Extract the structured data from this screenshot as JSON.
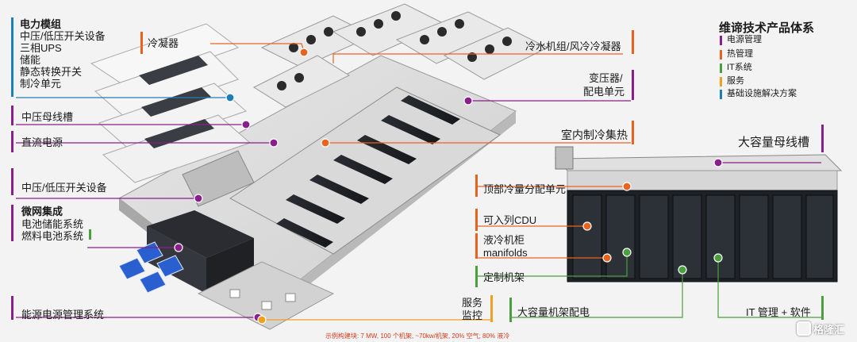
{
  "left_group_power": {
    "title": "电力模组",
    "items": [
      "中压/低压开关设备",
      "三相UPS",
      "储能",
      "静态转换开关",
      "制冷单元"
    ]
  },
  "left_labels": {
    "busway_mv": "中压母线槽",
    "dc_power": "直流电源",
    "mv_lv_switchgear": "中压/低压开关设备",
    "microgrid_title": "微网集成",
    "microgrid_items": [
      "电池储能系统",
      "燃料电池系统"
    ],
    "energy_mgmt": "能源电源管理系统"
  },
  "callouts": {
    "condenser": "冷凝器",
    "chiller": "冷水机组/风冷冷凝器",
    "transformer": [
      "变压器/",
      "配电单元"
    ],
    "indoor_cooling": "室内制冷集热",
    "big_busway": "大容量母线槽",
    "top_cdu": "顶部冷量分配单元",
    "inrow_cdu": "可入列CDU",
    "liquid_cabinet": [
      "液冷机柜",
      "manifolds"
    ],
    "custom_rack": "定制机架",
    "service_monitor": [
      "服务",
      "监控"
    ],
    "rack_power": "大容量机架配电",
    "it_mgmt": "IT 管理 + 软件"
  },
  "legend": {
    "title": "维谛技术产品体系",
    "items": [
      {
        "label": "电源管理",
        "color": "#8a1e8a"
      },
      {
        "label": "热管理",
        "color": "#e8641e"
      },
      {
        "label": "IT系统",
        "color": "#4aa03c"
      },
      {
        "label": "服务",
        "color": "#f0a020"
      },
      {
        "label": "基础设施解决方案",
        "color": "#1e7fb8"
      }
    ]
  },
  "footnote": "示例构建块: 7 MW, 100 个机架, ~70kw/机架, 20% 空气; 80% 液冷",
  "watermark": "格隆汇",
  "colors": {
    "power": "#8a1e8a",
    "thermal": "#e8641e",
    "it": "#4aa03c",
    "service": "#f0a020",
    "infra": "#1e7fb8"
  }
}
